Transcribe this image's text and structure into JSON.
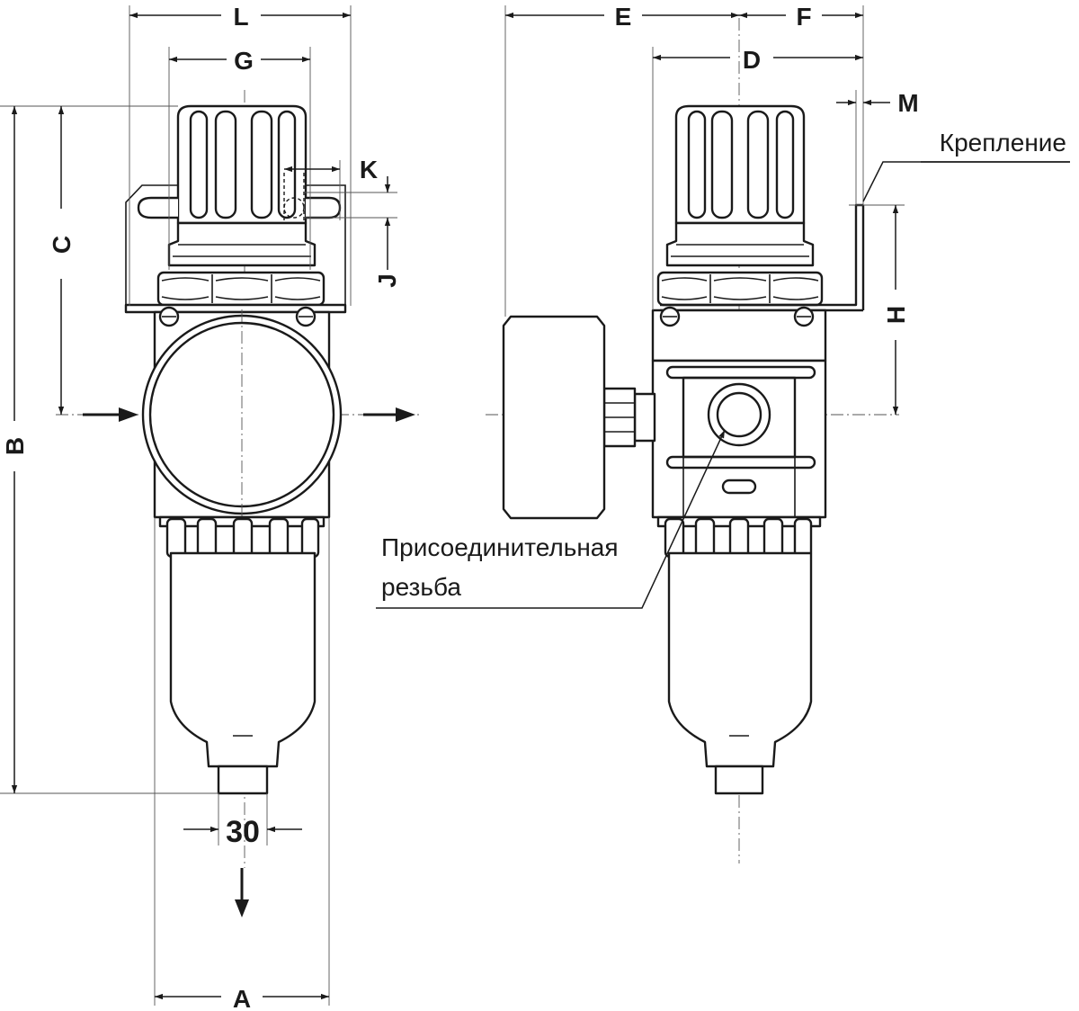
{
  "dimension_labels": {
    "L": "L",
    "G": "G",
    "K": "K",
    "J": "J",
    "C": "C",
    "B": "B",
    "A": "A",
    "E": "E",
    "F": "F",
    "D": "D",
    "M": "M",
    "H": "H",
    "drain_width": "30"
  },
  "callouts": {
    "mounting": "Крепление",
    "thread_line1": "Присоединительная",
    "thread_line2": "резьба"
  },
  "icons": {
    "flow_in": "arrow-right-icon",
    "flow_out": "arrow-right-icon",
    "drain": "arrow-down-icon"
  }
}
